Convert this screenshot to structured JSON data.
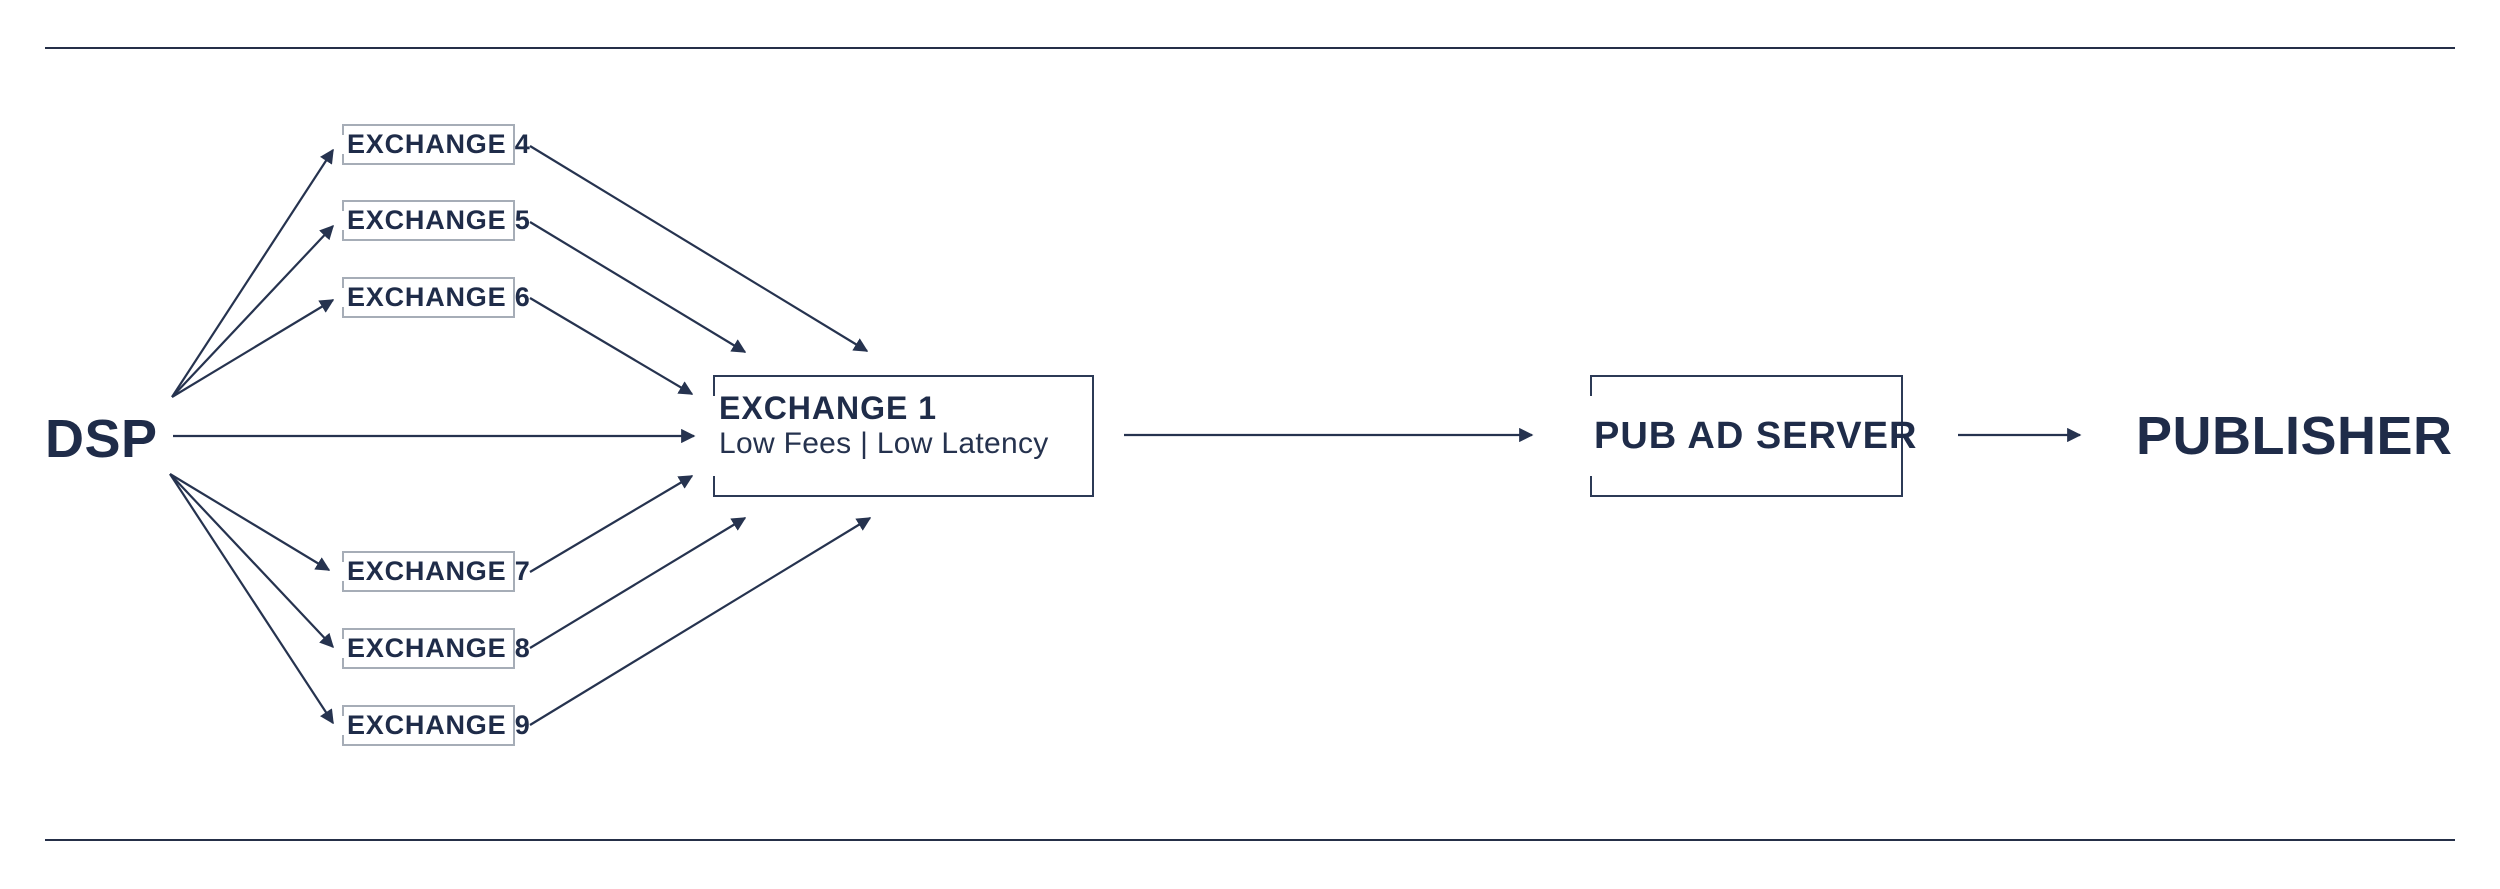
{
  "palette": {
    "navy": "#1f2c49",
    "line_navy": "#26334f",
    "box_border_navy": "#2c3a56",
    "box_border_gray": "#a6adb7",
    "background": "#ffffff"
  },
  "diagram": {
    "dsp_label": "DSP",
    "publisher_label": "PUBLISHER",
    "pub_ad_server_label": "PUB AD SERVER",
    "hub": {
      "title": "EXCHANGE 1",
      "subtitle": "Low Fees | Low Latency"
    },
    "exchanges_top": [
      {
        "label": "EXCHANGE 4"
      },
      {
        "label": "EXCHANGE 5"
      },
      {
        "label": "EXCHANGE 6"
      }
    ],
    "exchanges_bottom": [
      {
        "label": "EXCHANGE 7"
      },
      {
        "label": "EXCHANGE 8"
      },
      {
        "label": "EXCHANGE 9"
      }
    ],
    "edges": [
      {
        "from": "DSP",
        "to": "EXCHANGE 4"
      },
      {
        "from": "DSP",
        "to": "EXCHANGE 5"
      },
      {
        "from": "DSP",
        "to": "EXCHANGE 6"
      },
      {
        "from": "DSP",
        "to": "EXCHANGE 7"
      },
      {
        "from": "DSP",
        "to": "EXCHANGE 8"
      },
      {
        "from": "DSP",
        "to": "EXCHANGE 9"
      },
      {
        "from": "DSP",
        "to": "EXCHANGE 1"
      },
      {
        "from": "EXCHANGE 4",
        "to": "EXCHANGE 1"
      },
      {
        "from": "EXCHANGE 5",
        "to": "EXCHANGE 1"
      },
      {
        "from": "EXCHANGE 6",
        "to": "EXCHANGE 1"
      },
      {
        "from": "EXCHANGE 7",
        "to": "EXCHANGE 1"
      },
      {
        "from": "EXCHANGE 8",
        "to": "EXCHANGE 1"
      },
      {
        "from": "EXCHANGE 9",
        "to": "EXCHANGE 1"
      },
      {
        "from": "EXCHANGE 1",
        "to": "PUB AD SERVER"
      },
      {
        "from": "PUB AD SERVER",
        "to": "PUBLISHER"
      }
    ]
  }
}
